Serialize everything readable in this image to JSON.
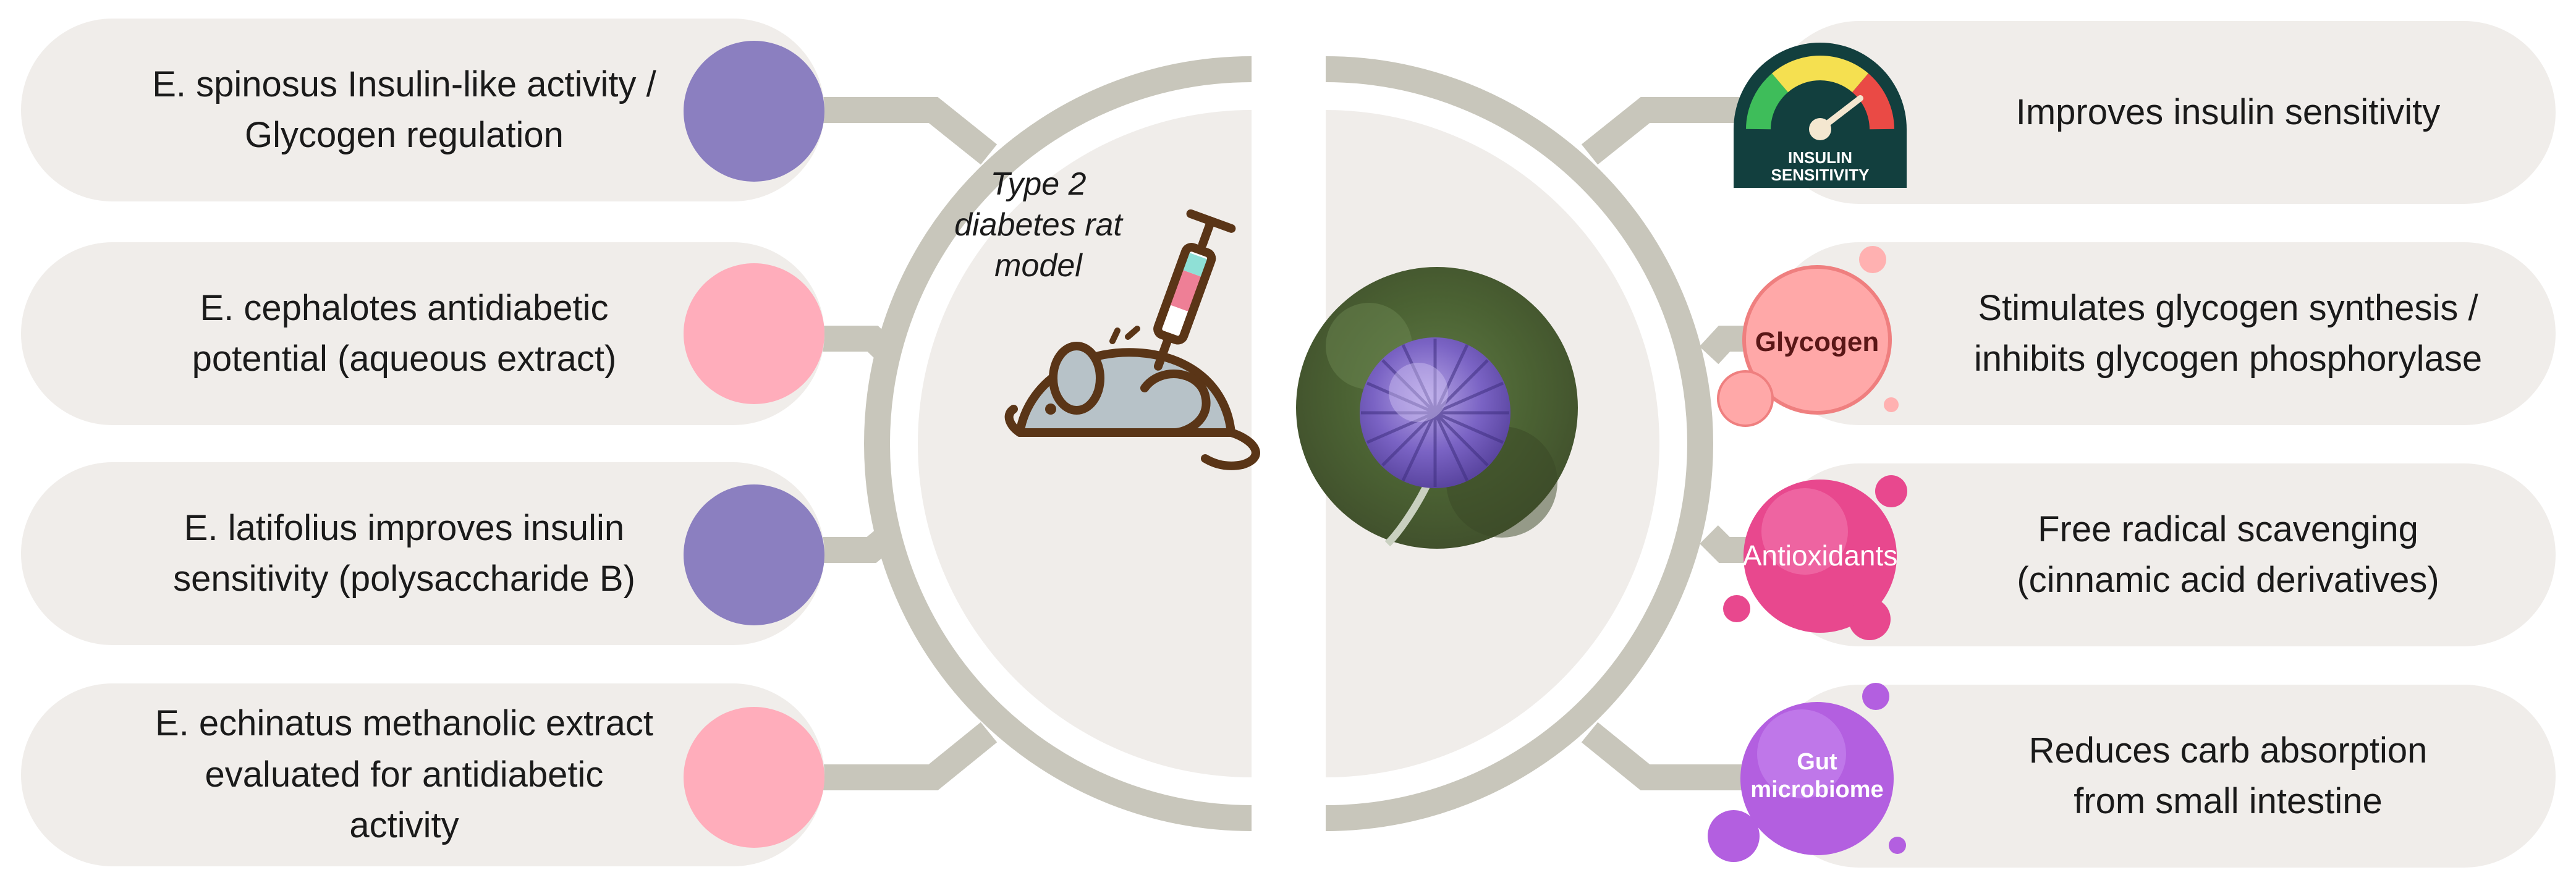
{
  "colors": {
    "pill": "#f0edea",
    "connector": "#c8c6bb",
    "purple_dot": "#8b7fc0",
    "pink_dot": "#ffadbb",
    "text": "#1a1a1a"
  },
  "center": {
    "left_label": [
      "Type 2",
      "diabetes rat",
      "model"
    ],
    "left_icon": "rat-with-syringe-icon",
    "right_image": "globe-thistle-flower-photo"
  },
  "left_items": [
    {
      "lines": [
        "E. spinosus Insulin-like activity /",
        "Glycogen regulation"
      ],
      "dot": "purple"
    },
    {
      "lines": [
        "E. cephalotes antidiabetic",
        "potential (aqueous extract)"
      ],
      "dot": "pink"
    },
    {
      "lines": [
        "E. latifolius improves insulin",
        "sensitivity (polysaccharide B)"
      ],
      "dot": "purple"
    },
    {
      "lines": [
        "E. echinatus methanolic extract",
        "evaluated for antidiabetic",
        "activity"
      ],
      "dot": "pink"
    }
  ],
  "right_items": [
    {
      "lines": [
        "Improves insulin sensitivity"
      ],
      "icon": "insulin-sensitivity-gauge-icon",
      "icon_text": [
        "INSULIN",
        "SENSITIVITY"
      ]
    },
    {
      "lines": [
        "Stimulates glycogen synthesis /",
        "inhibits glycogen phosphorylase"
      ],
      "icon": "glycogen-bubble-icon",
      "icon_text": "Glycogen",
      "icon_color": "#ffa8a8"
    },
    {
      "lines": [
        "Free radical scavenging",
        "(cinnamic acid derivatives)"
      ],
      "icon": "antioxidants-bubble-icon",
      "icon_text": "Antioxidants",
      "icon_color": "#e8488e"
    },
    {
      "lines": [
        "Reduces carb absorption",
        "from small intestine"
      ],
      "icon": "gut-microbiome-bubble-icon",
      "icon_text": [
        "Gut",
        "microbiome"
      ],
      "icon_color": "#b35fe0"
    }
  ]
}
